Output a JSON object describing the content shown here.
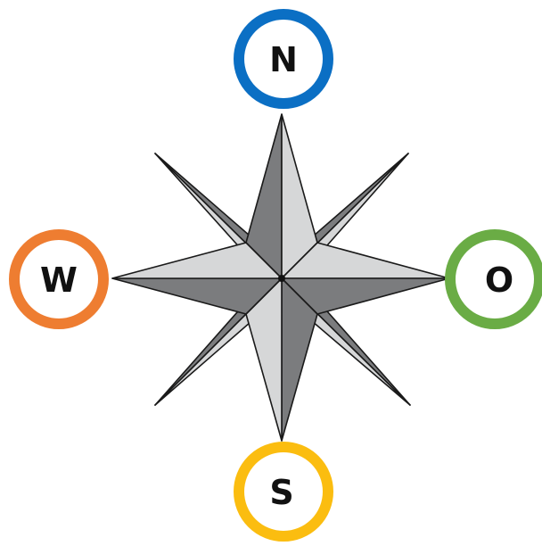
{
  "compass": {
    "center_fill": "#111111",
    "outline_color": "#1a1a1a",
    "dark_fill": "#7b7c7e",
    "light_fill": "#d6d7d8",
    "directions": {
      "north": {
        "label": "N",
        "ring_color": "#0b6fc4"
      },
      "east": {
        "label": "O",
        "ring_color": "#6aac45"
      },
      "south": {
        "label": "S",
        "ring_color": "#fbbd10"
      },
      "west": {
        "label": "W",
        "ring_color": "#ee7d31"
      }
    }
  }
}
